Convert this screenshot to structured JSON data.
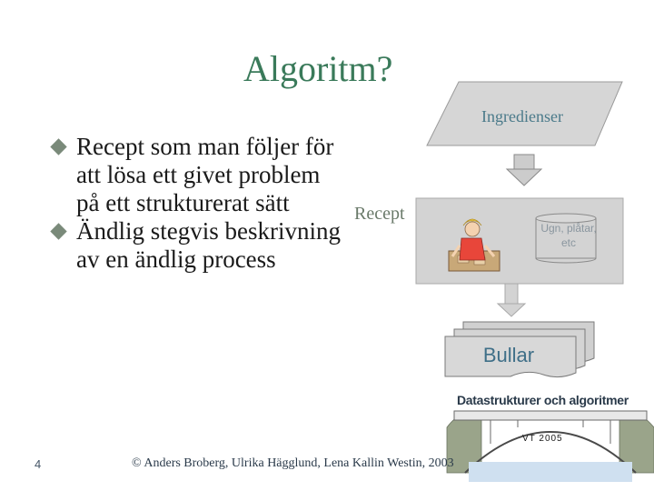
{
  "slide": {
    "title": "Algoritm?",
    "bullets": [
      "Recept som man följer för att lösa ett givet problem på ett strukturerat sätt",
      "Ändlig stegvis beskrivning av en ändlig process"
    ],
    "page_number": "4",
    "footer": "© Anders Broberg, Ulrika Hägglund, Lena Kallin Westin, 2003"
  },
  "diagram": {
    "ingredients_label": "Ingredienser",
    "recipe_label": "Recept",
    "oven_label": "Ugn, plåtar, etc",
    "output_label": "Bullar"
  },
  "logo": {
    "title": "Datastrukturer och algoritmer",
    "term": "VT 2005"
  },
  "colors": {
    "title": "#3a7a5a",
    "shape_fill": "#d6d6d6",
    "shape_stroke": "#9a9a9a",
    "arrow_fill": "#c8c8c8"
  }
}
